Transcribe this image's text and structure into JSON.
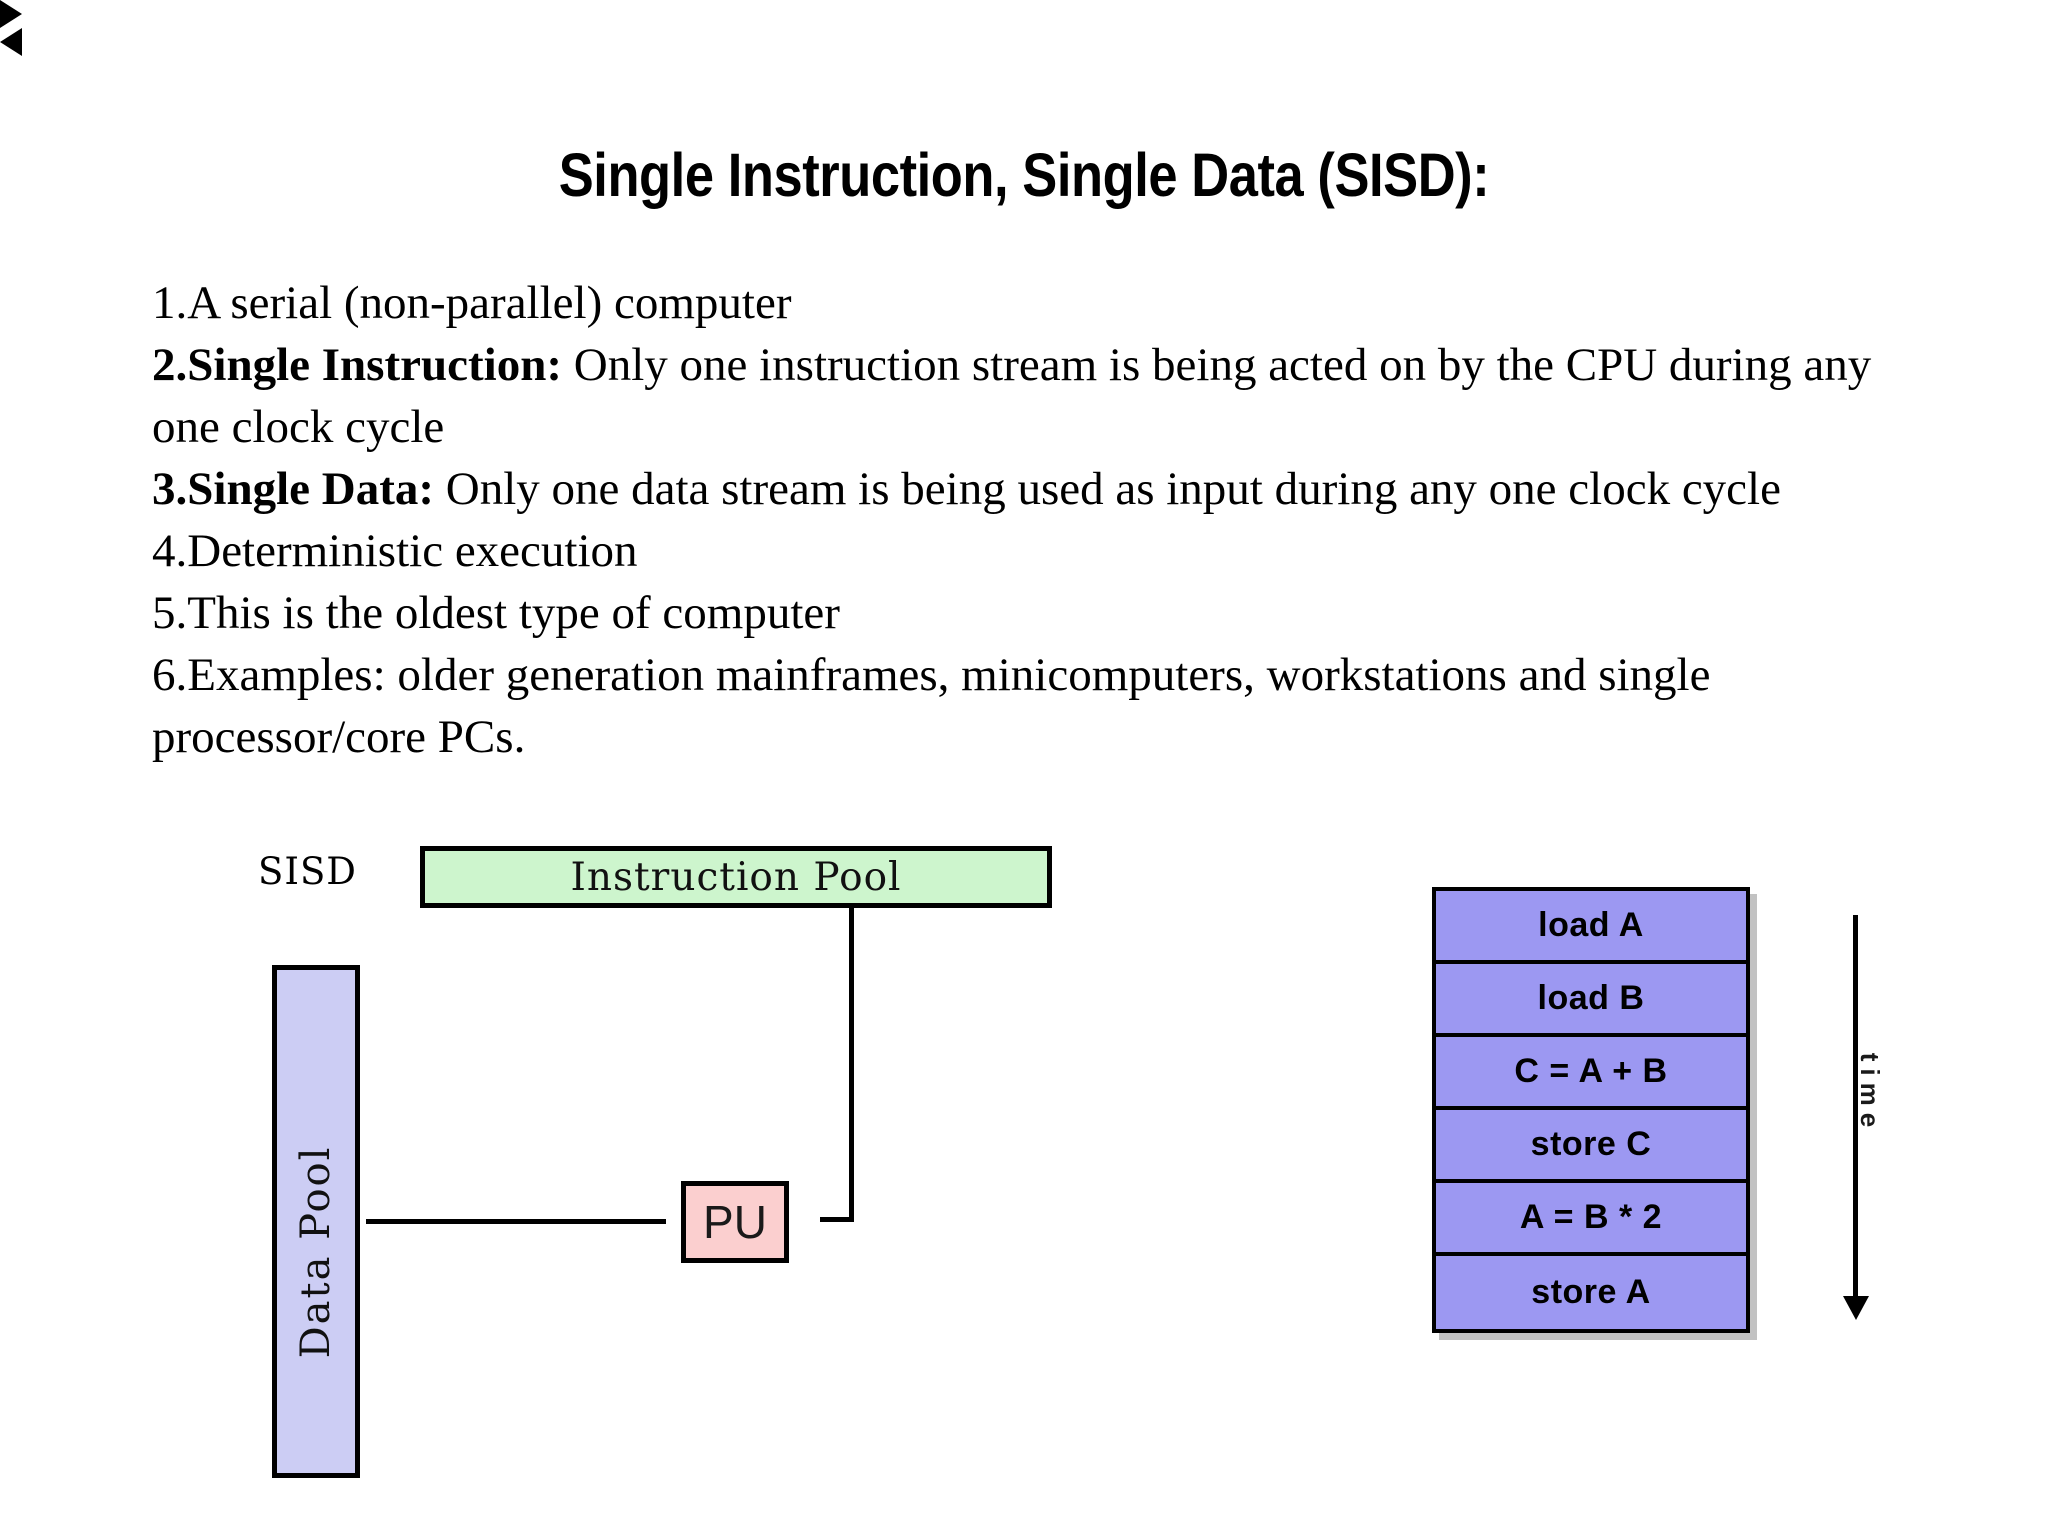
{
  "slide": {
    "title": "Single Instruction, Single Data (SISD):",
    "bullets": [
      {
        "number": "1.",
        "number_bold": false,
        "lead": "",
        "text": "A serial (non-parallel) computer"
      },
      {
        "number": "2.",
        "number_bold": true,
        "lead": "Single Instruction:",
        "text": " Only one instruction stream is being acted on by the CPU during any one clock cycle"
      },
      {
        "number": "3.",
        "number_bold": true,
        "lead": "Single Data:",
        "text": " Only one data stream is being used as input during any one clock cycle"
      },
      {
        "number": "4.",
        "number_bold": false,
        "lead": "",
        "text": "Deterministic execution"
      },
      {
        "number": "5.",
        "number_bold": false,
        "lead": "",
        "text": "This is the oldest type of computer"
      },
      {
        "number": "6.",
        "number_bold": false,
        "lead": "",
        "text": "Examples: older generation mainframes, minicomputers, workstations and single processor/core PCs."
      }
    ]
  },
  "diagram": {
    "model_label": "SISD",
    "instruction_pool_label": "Instruction Pool",
    "data_pool_label": "Data Pool",
    "processing_unit_label": "PU",
    "colors": {
      "instruction_pool_fill": "#cdf5cd",
      "data_pool_fill": "#cccdf4",
      "processing_unit_fill": "#fbcfcf",
      "instruction_cell_fill": "#9c98f2",
      "stroke": "#000000"
    }
  },
  "instruction_stack": {
    "time_label": "time",
    "instructions": [
      "load A",
      "load B",
      "C = A + B",
      "store C",
      "A = B * 2",
      "store A"
    ]
  }
}
